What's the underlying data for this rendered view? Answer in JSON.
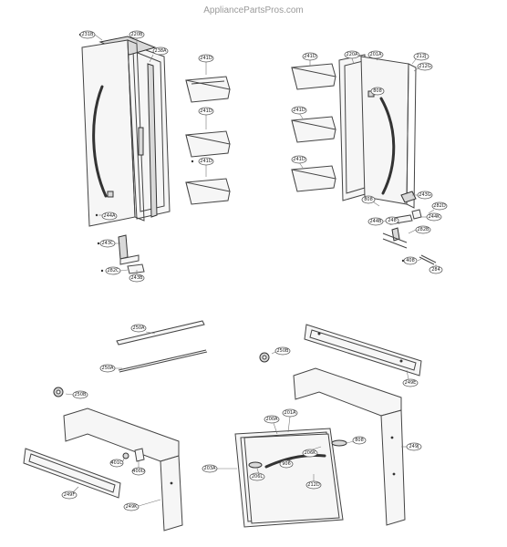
{
  "watermark": "AppliancePartsPros.com",
  "callouts": {
    "c231b": "231B",
    "c220b": "220B",
    "c238a": "238A",
    "c244a": "244A",
    "c241d_1": "241D",
    "c241d_2": "241D",
    "c241d_3": "241D",
    "c241d_4": "241D",
    "c241d_5": "241D",
    "c241d_6": "241D",
    "c243c": "243C",
    "c282c": "282C",
    "c243b": "243B",
    "c220a": "220A",
    "c201a": "201A",
    "c212j": "212J",
    "c212g": "212G",
    "c808": "808",
    "c808b": "808",
    "c243g": "243G",
    "c282d": "282D",
    "c244k": "244K",
    "c244b": "244B",
    "c248": "248",
    "c282b": "282B",
    "c408": "408",
    "c284": "284",
    "c250a_1": "250A",
    "c250a_2": "250A",
    "c250b_1": "250B",
    "c250b_2": "250B",
    "c249e": "249E",
    "c249f": "249F",
    "c249k": "249K",
    "c249j": "249J",
    "c401c": "401C",
    "c400d": "400D",
    "c200a": "200A",
    "c201a_b": "201A",
    "c203a": "203A",
    "c206k": "206K",
    "c206l": "206L",
    "c906": "906",
    "c212d": "212D",
    "c808e": "808"
  }
}
